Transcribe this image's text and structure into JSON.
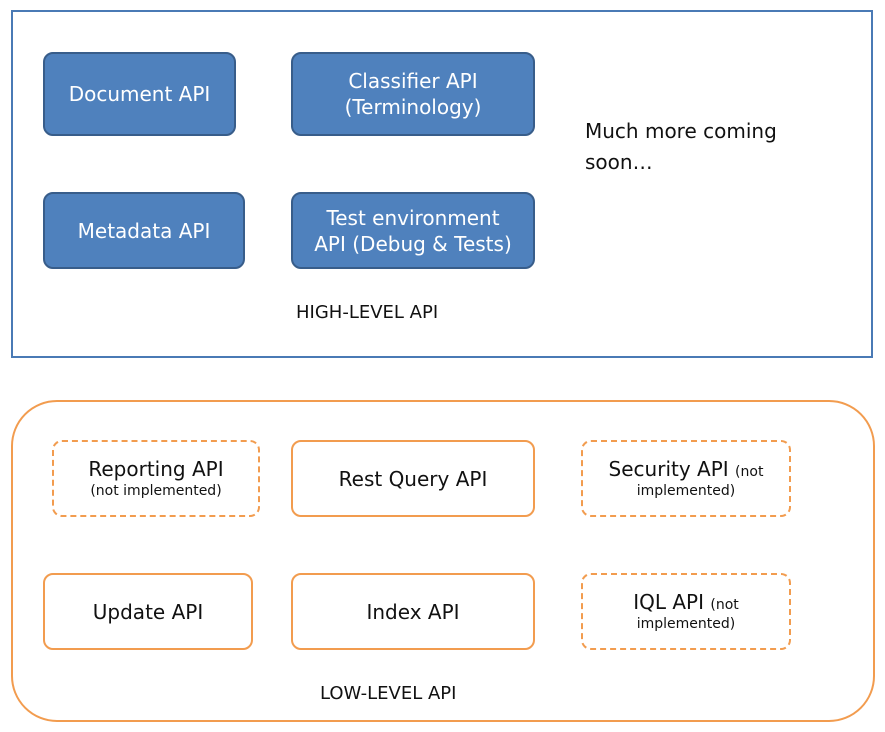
{
  "high_level": {
    "caption": "HIGH-LEVEL API",
    "boxes": {
      "document": {
        "lines": [
          "Document API"
        ]
      },
      "classifier": {
        "lines": [
          "Classifier API",
          "(Terminology)"
        ]
      },
      "metadata": {
        "lines": [
          "Metadata API"
        ]
      },
      "test_env": {
        "lines": [
          "Test environment",
          "API (Debug & Tests)"
        ]
      }
    },
    "more_text": [
      "Much more coming",
      "soon…"
    ]
  },
  "low_level": {
    "caption": "LOW-LEVEL API",
    "boxes": {
      "reporting": {
        "label": "Reporting API",
        "note": "(not implemented)",
        "implemented": false
      },
      "rest_query": {
        "label": "Rest Query API",
        "implemented": true
      },
      "security": {
        "label": "Security API",
        "note_inline": "(not",
        "note_rest": "implemented)",
        "implemented": false
      },
      "update": {
        "label": "Update API",
        "implemented": true
      },
      "index": {
        "label": "Index API",
        "implemented": true
      },
      "iql": {
        "label": "IQL API",
        "note_inline": "(not",
        "note_rest": "implemented)",
        "implemented": false
      }
    }
  },
  "colors": {
    "high_border": "#4a7ab5",
    "blue_fill": "#4f81bd",
    "blue_border": "#385d8a",
    "orange": "#f29c4f"
  }
}
